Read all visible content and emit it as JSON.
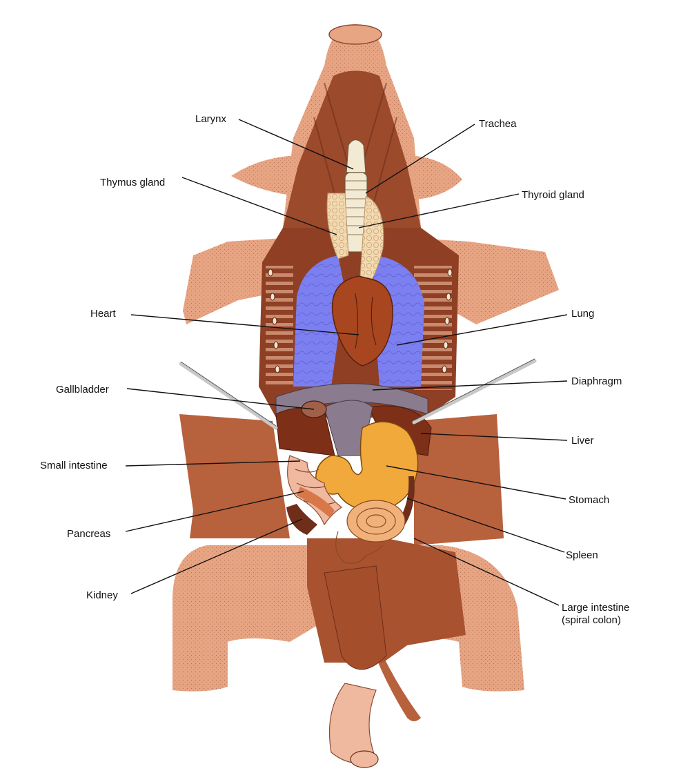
{
  "labels": {
    "larynx": "Larynx",
    "trachea": "Trachea",
    "thymus_gland": "Thymus gland",
    "thyroid_gland": "Thyroid gland",
    "heart": "Heart",
    "lung": "Lung",
    "gallbladder": "Gallbladder",
    "diaphragm": "Diaphragm",
    "liver": "Liver",
    "small_intestine": "Small intestine",
    "stomach": "Stomach",
    "pancreas": "Pancreas",
    "spleen": "Spleen",
    "kidney": "Kidney",
    "large_intestine_line1": "Large intestine",
    "large_intestine_line2": "(spiral colon)"
  },
  "colors": {
    "skin": "#e8a584",
    "skin_dark": "#c97c5a",
    "muscle": "#9c4a2c",
    "muscle_dark": "#6e2e1a",
    "lung": "#7b7ff0",
    "heart": "#a8461f",
    "stomach": "#f0a93a",
    "thymus": "#f3d9b0",
    "trachea": "#f2ead3",
    "diaphragm": "#8a7c8e",
    "intestine": "#efb9a0",
    "background": "#ffffff"
  }
}
